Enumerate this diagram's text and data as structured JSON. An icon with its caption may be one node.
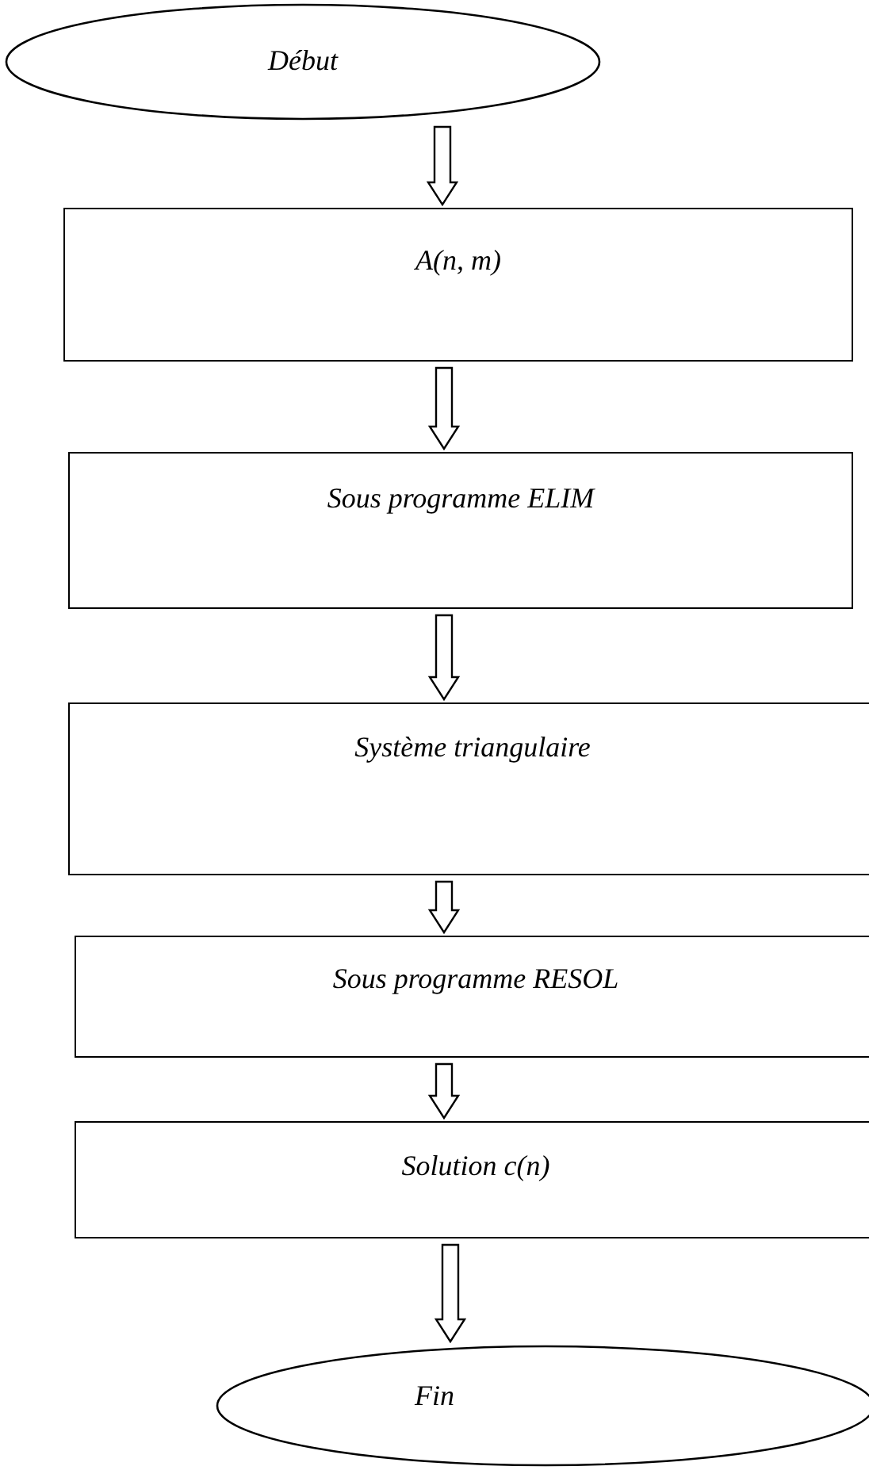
{
  "diagram": {
    "nodes": [
      {
        "text": [
          "Début"
        ]
      },
      {
        "text": [
          "A(n, m)"
        ]
      },
      {
        "text": [
          "Sous programme ELIM"
        ]
      },
      {
        "text": [
          "Système triangulaire"
        ]
      },
      {
        "text": [
          "Sous programme RESOL"
        ]
      },
      {
        "text": [
          "Solution c(n)"
        ]
      },
      {
        "text": [
          "Fin"
        ]
      }
    ],
    "edges": [
      {
        "from": 0,
        "to": 1,
        "arrow": "to"
      },
      {
        "from": 1,
        "to": 2,
        "arrow": "to"
      },
      {
        "from": 2,
        "to": 3,
        "arrow": "to"
      },
      {
        "from": 3,
        "to": 4,
        "arrow": "to"
      },
      {
        "from": 4,
        "to": 5,
        "arrow": "to"
      },
      {
        "from": 5,
        "to": 6,
        "arrow": "to"
      }
    ]
  }
}
